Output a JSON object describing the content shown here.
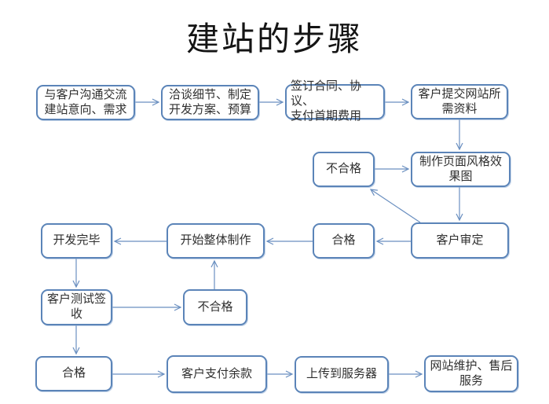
{
  "title": "建站的步骤",
  "colors": {
    "box_border": "#5b84b8",
    "arrow": "#6a8fc0",
    "text": "#2f2f2f",
    "background": "#ffffff"
  },
  "nodes": {
    "communicate": {
      "label": "与客户沟通交流\n建站意向、需求"
    },
    "negotiate": {
      "label": "洽谈细节、制定\n开发方案、预算"
    },
    "contract": {
      "label": "签订合同、协议、\n支付首期费用"
    },
    "materials": {
      "label": "客户提交网站所\n需资料"
    },
    "fail_design": {
      "label": "不合格"
    },
    "design": {
      "label": "制作页面风格效\n果图"
    },
    "dev_done": {
      "label": "开发完毕"
    },
    "build": {
      "label": "开始整体制作"
    },
    "pass_review": {
      "label": "合格"
    },
    "review": {
      "label": "客户审定"
    },
    "test": {
      "label": "客户测试签\n收"
    },
    "fail_test": {
      "label": "不合格"
    },
    "pass_test": {
      "label": "合格"
    },
    "payment": {
      "label": "客户支付余款"
    },
    "upload": {
      "label": "上传到服务器"
    },
    "maintain": {
      "label": "网站维护、售后\n服务"
    }
  },
  "edges": [
    {
      "from": "communicate",
      "to": "negotiate"
    },
    {
      "from": "negotiate",
      "to": "contract"
    },
    {
      "from": "contract",
      "to": "materials"
    },
    {
      "from": "materials",
      "to": "design"
    },
    {
      "from": "fail_design",
      "to": "design"
    },
    {
      "from": "design",
      "to": "review"
    },
    {
      "from": "review",
      "to": "fail_design"
    },
    {
      "from": "review",
      "to": "pass_review"
    },
    {
      "from": "pass_review",
      "to": "build"
    },
    {
      "from": "build",
      "to": "dev_done"
    },
    {
      "from": "dev_done",
      "to": "test"
    },
    {
      "from": "test",
      "to": "fail_test"
    },
    {
      "from": "fail_test",
      "to": "build"
    },
    {
      "from": "test",
      "to": "pass_test"
    },
    {
      "from": "pass_test",
      "to": "payment"
    },
    {
      "from": "payment",
      "to": "upload"
    },
    {
      "from": "upload",
      "to": "maintain"
    }
  ]
}
